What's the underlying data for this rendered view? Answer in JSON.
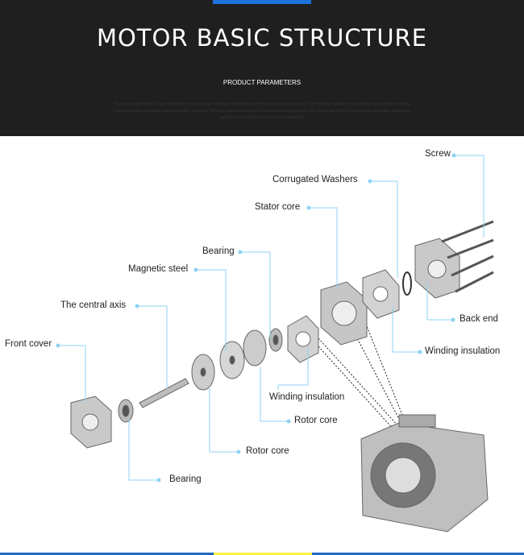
{
  "header": {
    "title": "MOTOR BASIC STRUCTURE",
    "subtitle": "PRODUCT PARAMETERS",
    "description": "The company specializes in R & D and production of various types of miniature hybrid stepper motors and geared motors. Used in communication equipment, stage lighting control, textile and sewing equipment, printing, packaging, medical equipment, 3D printing, office and production automation, finance and security equipment, etc., comply with ISO9001: 2015 QS and other quality management requirements, all products meet EU ROHS requirements."
  },
  "labels": {
    "screw": "Screw",
    "washers": "Corrugated Washers",
    "stator": "Stator core",
    "bearing_top": "Bearing",
    "magnet": "Magnetic steel",
    "axis": "The central axis",
    "front_cover": "Front cover",
    "back_end": "Back end",
    "winding_right": "Winding insulation",
    "winding_center": "Winding insulation",
    "rotor_center": "Rotor core",
    "rotor_bottom": "Rotor core",
    "bearing_bottom": "Bearing"
  },
  "colors": {
    "callout": "#8fd3f4",
    "header_bg": "#1f1f1f",
    "accent_blue": "#1a73d9",
    "accent_yellow": "#fff04a"
  }
}
